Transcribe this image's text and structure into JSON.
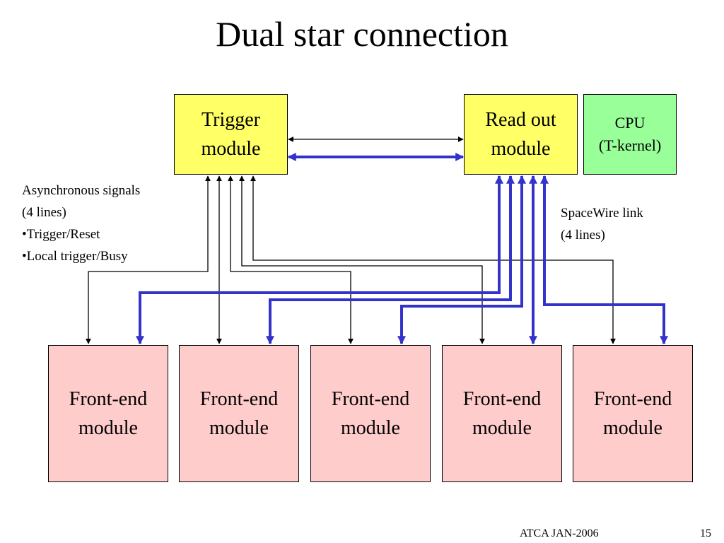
{
  "title": "Dual star connection",
  "trigger_module": "Trigger\nmodule",
  "readout_module": "Read out\nmodule",
  "cpu_module": "CPU\n(T-kernel)",
  "front_end_modules": [
    "Front-end\nmodule",
    "Front-end\nmodule",
    "Front-end\nmodule",
    "Front-end\nmodule",
    "Front-end\nmodule"
  ],
  "async_note": {
    "lines": [
      "Asynchronous signals",
      "(4 lines)",
      "•Trigger/Reset",
      "•Local trigger/Busy"
    ]
  },
  "spacewire_note": {
    "lines": [
      "SpaceWire link",
      "(4 lines)"
    ]
  },
  "footer": {
    "event": "ATCA JAN-2006",
    "page": "15"
  },
  "colors": {
    "trigger_fill": "#ffff66",
    "readout_fill": "#ffff66",
    "cpu_fill": "#99ff99",
    "front_end_fill": "#ffcccc",
    "spacewire_link": "#3333cc",
    "async_link": "#000000"
  }
}
